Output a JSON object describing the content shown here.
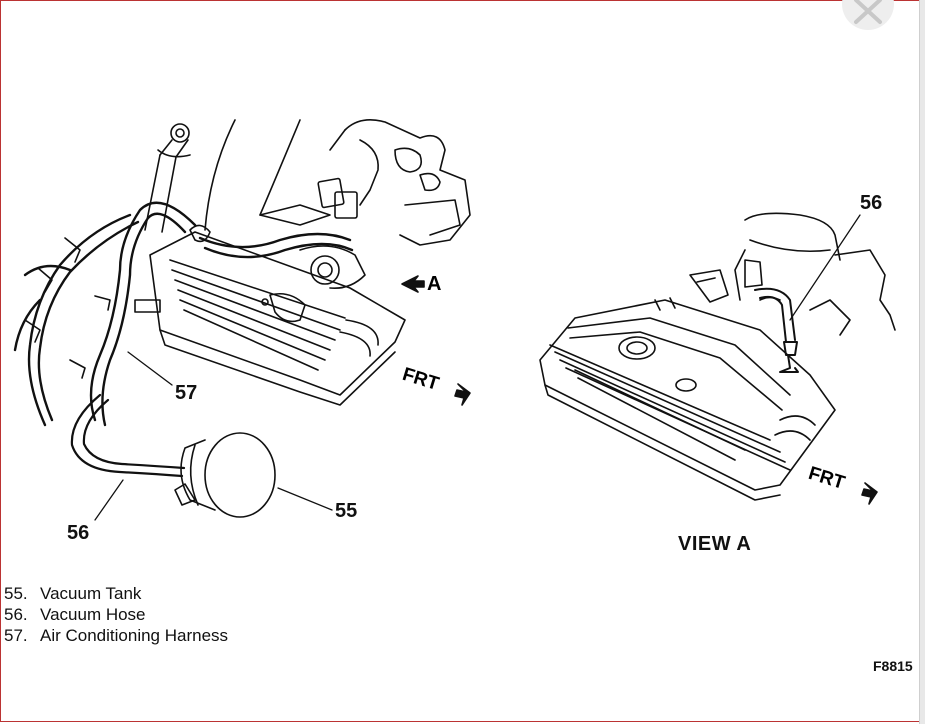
{
  "window": {
    "close_icon": "close-icon"
  },
  "diagram": {
    "callouts": {
      "c55": "55",
      "c56_main": "56",
      "c56_view": "56",
      "c57": "57"
    },
    "view_marker": "A",
    "frt_main": "FRT",
    "frt_view": "FRT",
    "view_caption": "VIEW A",
    "figure_code": "F8815"
  },
  "legend": [
    {
      "number": "55.",
      "text": "Vacuum Tank"
    },
    {
      "number": "56.",
      "text": "Vacuum Hose"
    },
    {
      "number": "57.",
      "text": "Air Conditioning Harness"
    }
  ]
}
